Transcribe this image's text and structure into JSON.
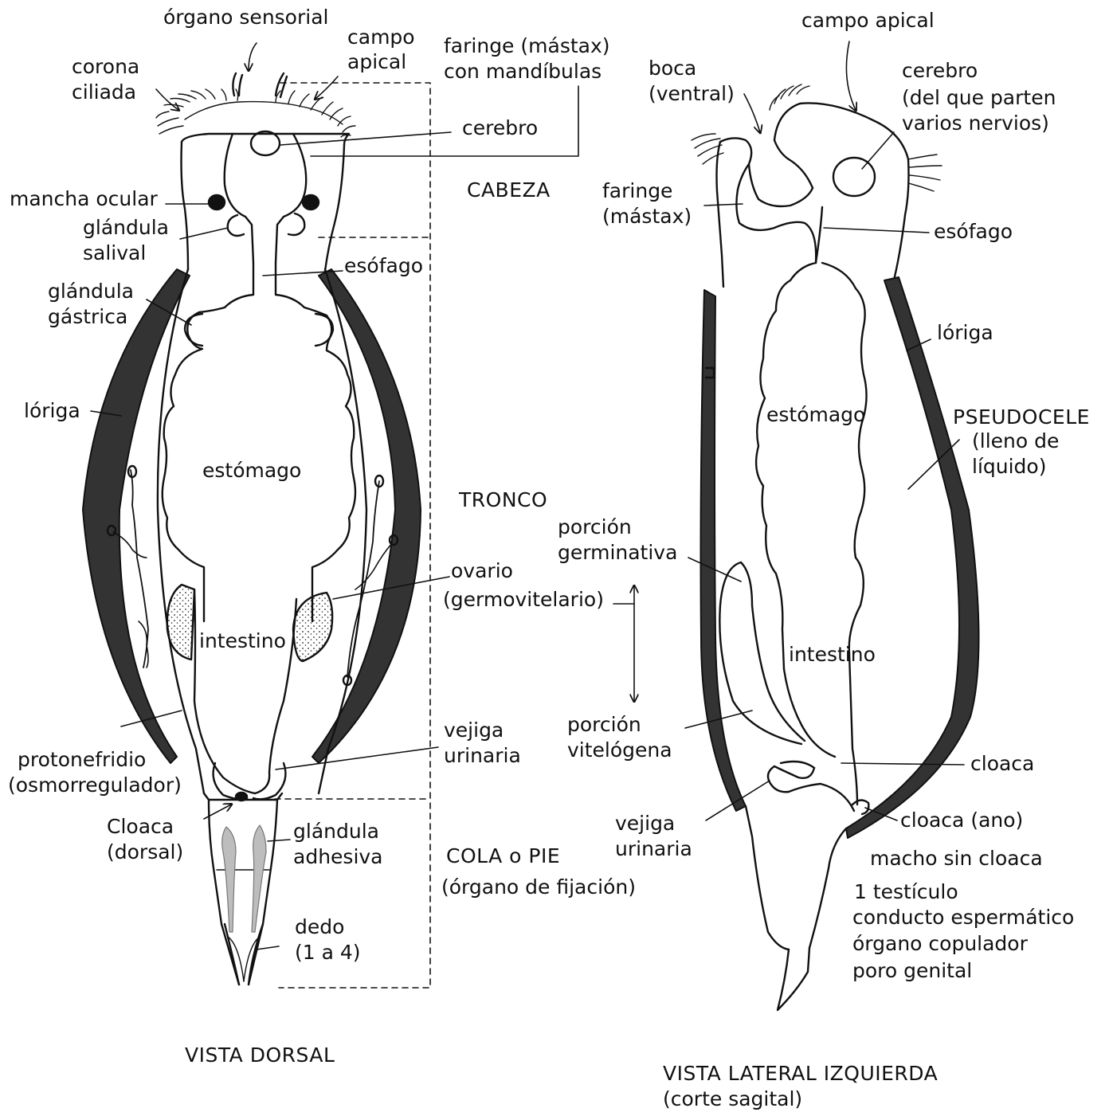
{
  "dorsal": {
    "organo_sensorial": "órgano sensorial",
    "campo_apical_1": "campo",
    "campo_apical_2": "apical",
    "faringe_1": "faringe (mástax)",
    "faringe_2": "con mandíbulas",
    "corona_1": "corona",
    "corona_2": "ciliada",
    "cerebro": "cerebro",
    "cabeza": "CABEZA",
    "mancha_ocular": "mancha ocular",
    "glandula_salival_1": "glándula",
    "glandula_salival_2": "salival",
    "esofago": "esófago",
    "glandula_gastrica_1": "glándula",
    "glandula_gastrica_2": "gástrica",
    "loriga": "lóriga",
    "estomago": "estómago",
    "tronco": "TRONCO",
    "ovario_1": "ovario",
    "ovario_2": "(germovitelario)",
    "intestino": "intestino",
    "vejiga_1": "vejiga",
    "vejiga_2": "urinaria",
    "protonefridio_1": "protonefridio",
    "protonefridio_2": "(osmorregulador)",
    "cloaca_1": "Cloaca",
    "cloaca_2": "(dorsal)",
    "glandula_adhesiva_1": "glándula",
    "glandula_adhesiva_2": "adhesiva",
    "cola": "COLA o PIE",
    "cola_sub": "(órgano de fijación)",
    "dedo_1": "dedo",
    "dedo_2": "(1 a 4)",
    "caption": "VISTA DORSAL"
  },
  "lateral": {
    "campo_apical": "campo apical",
    "boca_1": "boca",
    "boca_2": "(ventral)",
    "cerebro_1": "cerebro",
    "cerebro_2": "(del que parten",
    "cerebro_3": "varios nervios)",
    "faringe_1": "faringe",
    "faringe_2": "(mástax)",
    "esofago": "esófago",
    "loriga": "lóriga",
    "estomago": "estómago",
    "pseudocele_1": "PSEUDOCELE",
    "pseudocele_2": "(lleno de",
    "pseudocele_3": "líquido)",
    "porcion_germ_1": "porción",
    "porcion_germ_2": "germinativa",
    "intestino": "intestino",
    "porcion_vit_1": "porción",
    "porcion_vit_2": "vitelógena",
    "cloaca": "cloaca",
    "vejiga_1": "vejiga",
    "vejiga_2": "urinaria",
    "cloaca_ano": "cloaca (ano)",
    "macho": "macho sin cloaca",
    "testiculo": "1 testículo",
    "conducto": "conducto espermático",
    "organo_copulador": "órgano copulador",
    "poro_genital": "poro genital",
    "caption_1": "VISTA LATERAL IZQUIERDA",
    "caption_2": "(corte sagital)"
  }
}
